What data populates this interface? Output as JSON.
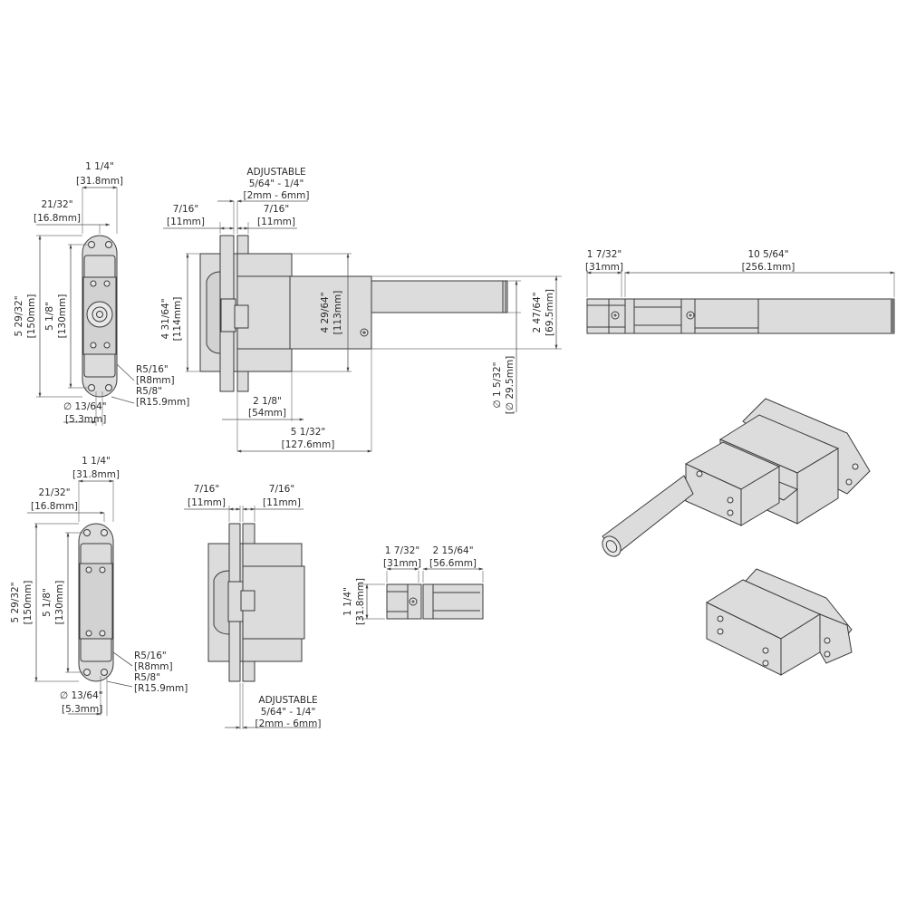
{
  "views": {
    "front_top": {
      "width_in": "1 1/4\"",
      "width_mm": "[31.8mm]",
      "offset_in": "21/32\"",
      "offset_mm": "[16.8mm]",
      "height_in": "5 29/32\"",
      "height_mm": "[150mm]",
      "inner_in": "5 1/8\"",
      "inner_mm": "[130mm]",
      "r1_in": "R5/16\"",
      "r1_mm": "[R8mm]",
      "r2_in": "R5/8\"",
      "r2_mm": "[R15.9mm]",
      "hole_in": "∅ 13/64\"",
      "hole_mm": "[5.3mm]"
    },
    "side_top": {
      "adjustable": "ADJUSTABLE",
      "adj_in": "5/64\" - 1/4\"",
      "adj_mm": "[2mm - 6mm]",
      "left_leaf_in": "7/16\"",
      "left_leaf_mm": "[11mm]",
      "right_leaf_in": "7/16\"",
      "right_leaf_mm": "[11mm]",
      "height_in": "4 31/64\"",
      "height_mm": "[114mm]",
      "body_in": "4 29/64\"",
      "body_mm": "[113mm]",
      "arm_in": "2 47/64\"",
      "arm_mm": "[69.5mm]",
      "dia_in": "∅ 1 5/32\"",
      "dia_mm": "[∅ 29.5mm]",
      "depth1_in": "2 1/8\"",
      "depth1_mm": "[54mm]",
      "depth2_in": "5 1/32\"",
      "depth2_mm": "[127.6mm]"
    },
    "plan_top": {
      "left_in": "1 7/32\"",
      "left_mm": "[31mm]",
      "length_in": "10 5/64\"",
      "length_mm": "[256.1mm]"
    },
    "front_bottom": {
      "width_in": "1 1/4\"",
      "width_mm": "[31.8mm]",
      "offset_in": "21/32\"",
      "offset_mm": "[16.8mm]",
      "height_in": "5 29/32\"",
      "height_mm": "[150mm]",
      "inner_in": "5 1/8\"",
      "inner_mm": "[130mm]",
      "r1_in": "R5/16\"",
      "r1_mm": "[R8mm]",
      "r2_in": "R5/8\"",
      "r2_mm": "[R15.9mm]",
      "hole_in": "∅ 13/64\"",
      "hole_mm": "[5.3mm]"
    },
    "side_bottom": {
      "left_leaf_in": "7/16\"",
      "left_leaf_mm": "[11mm]",
      "right_leaf_in": "7/16\"",
      "right_leaf_mm": "[11mm]",
      "adjustable": "ADJUSTABLE",
      "adj_in": "5/64\" - 1/4\"",
      "adj_mm": "[2mm - 6mm]"
    },
    "plan_bottom": {
      "left_in": "1 7/32\"",
      "left_mm": "[31mm]",
      "right_in": "2 15/64\"",
      "right_mm": "[56.6mm]",
      "height_in": "1 1/4\"",
      "height_mm": "[31.8mm]"
    }
  }
}
